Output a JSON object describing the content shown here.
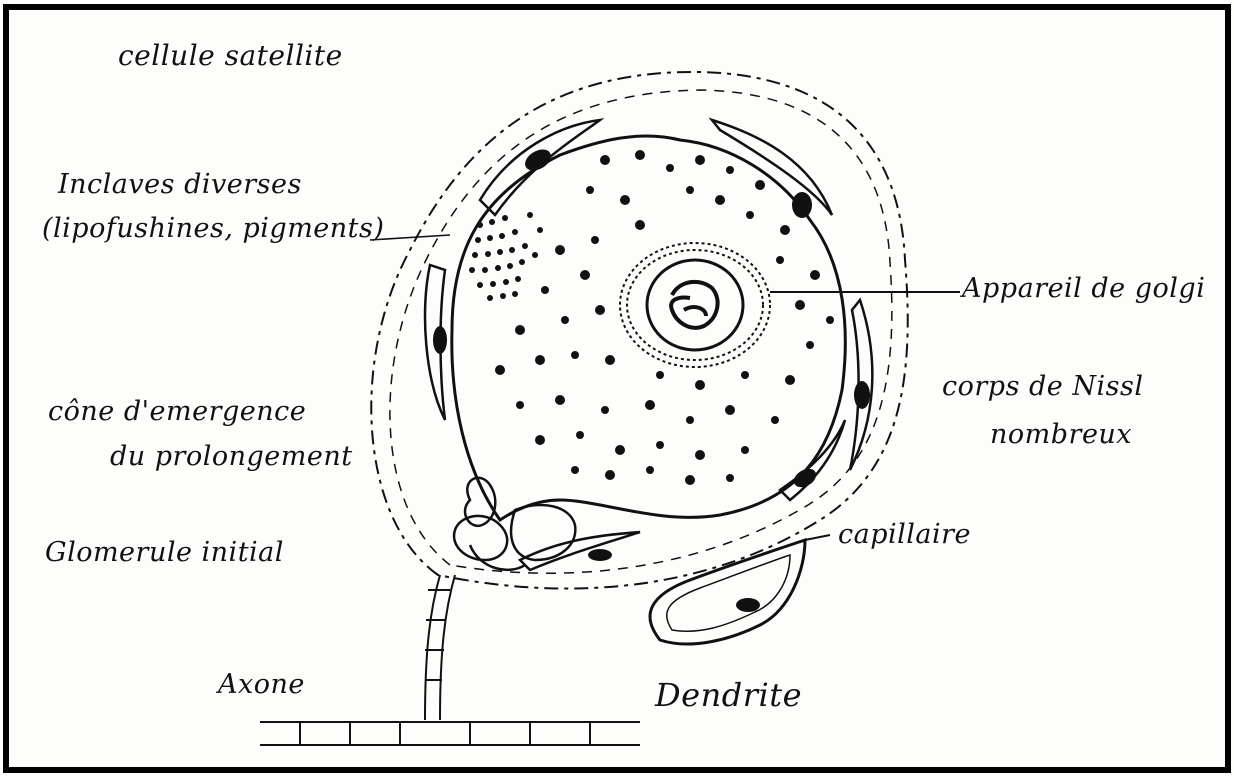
{
  "diagram": {
    "labels": {
      "satellite_cell": "cellule satellite",
      "inclusions_line1": "Inclaves diverses",
      "inclusions_line2": "(lipofushines, pigments)",
      "golgi": "Appareil de golgi",
      "nissl_line1": "corps de Nissl",
      "nissl_line2": "nombreux",
      "emergence_line1": "cône d'emergence",
      "emergence_line2": "du prolongement",
      "glomerulus": "Glomerule initial",
      "capillary": "capillaire",
      "axon": "Axone",
      "dendrite": "Dendrite"
    },
    "colors": {
      "ink": "#111111",
      "paper": "#fdfdfb",
      "frame": "#000000"
    }
  }
}
